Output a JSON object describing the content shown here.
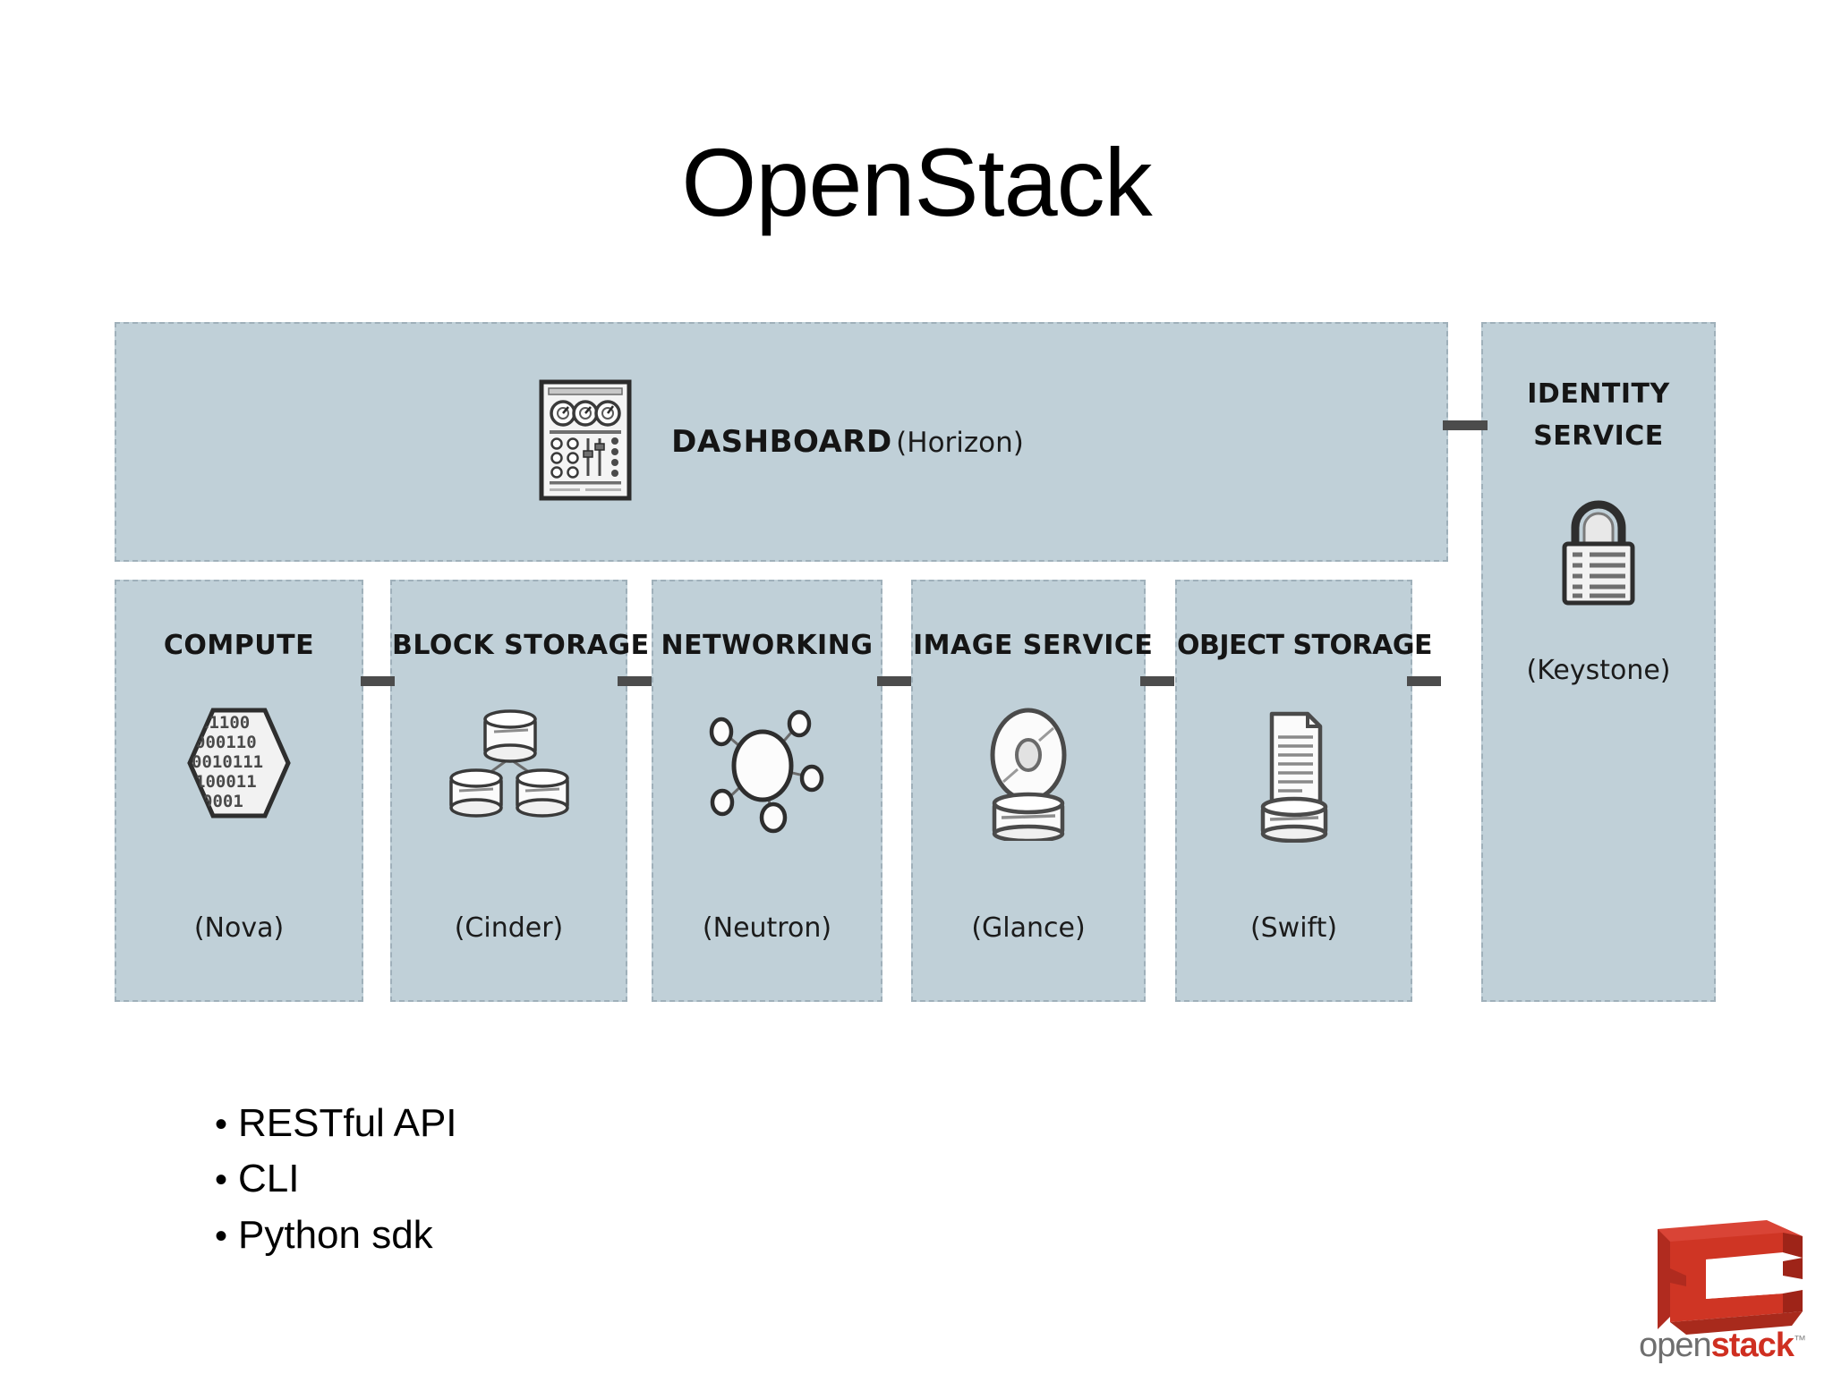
{
  "slide": {
    "title": "OpenStack"
  },
  "diagram": {
    "dashboard": {
      "title": "DASHBOARD",
      "project": "(Horizon)",
      "icon": "control-panel-icon"
    },
    "identity": {
      "title_line1": "IDENTITY",
      "title_line2": "SERVICE",
      "project": "(Keystone)",
      "icon": "padlock-icon"
    },
    "services": [
      {
        "title": "COMPUTE",
        "project": "(Nova)",
        "icon": "binary-hexagon-icon"
      },
      {
        "title": "BLOCK STORAGE",
        "project": "(Cinder)",
        "icon": "disk-cluster-icon"
      },
      {
        "title": "NETWORKING",
        "project": "(Neutron)",
        "icon": "network-nodes-icon"
      },
      {
        "title": "IMAGE SERVICE",
        "project": "(Glance)",
        "icon": "disc-on-base-icon"
      },
      {
        "title": "OBJECT STORAGE",
        "project": "(Swift)",
        "icon": "document-on-base-icon"
      }
    ]
  },
  "bullets": [
    "RESTful API",
    "CLI",
    "Python sdk"
  ],
  "bullet_marker": "•",
  "logo": {
    "word_open": "open",
    "word_stack": "stack",
    "trademark": "™"
  },
  "colors": {
    "panel_fill": "#c0d0d8",
    "panel_border": "#9fb0ba",
    "connector": "#4c4c4c",
    "logo_red": "#cf2f21",
    "logo_gray": "#6e6e6e"
  }
}
